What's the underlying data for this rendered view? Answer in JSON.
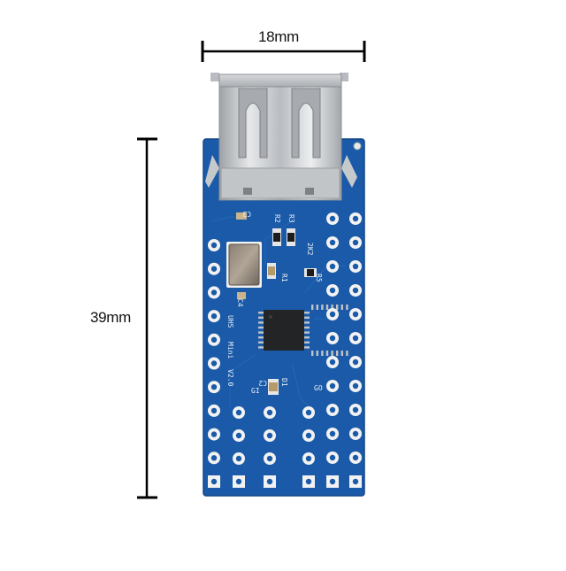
{
  "dimensions": {
    "width_label": "18mm",
    "height_label": "39mm"
  },
  "board": {
    "silk_labels": {
      "c3": "C3",
      "r2": "R2",
      "r3": "R3",
      "c4": "C4",
      "r1": "R1",
      "xv": "2K2",
      "r5": "R5",
      "c2": "C2",
      "name1": "UHS",
      "name2": "Mini",
      "name3": "V2.0",
      "gi": "GI",
      "go": "GO",
      "d1": "D1"
    },
    "colors": {
      "pcb": "#1a5aa8",
      "pcb_edge": "#12468a",
      "silk": "#e8eef7",
      "pad_ring": "#f2f2f2",
      "metal": "#c9ccd0",
      "chip": "#222426"
    }
  }
}
